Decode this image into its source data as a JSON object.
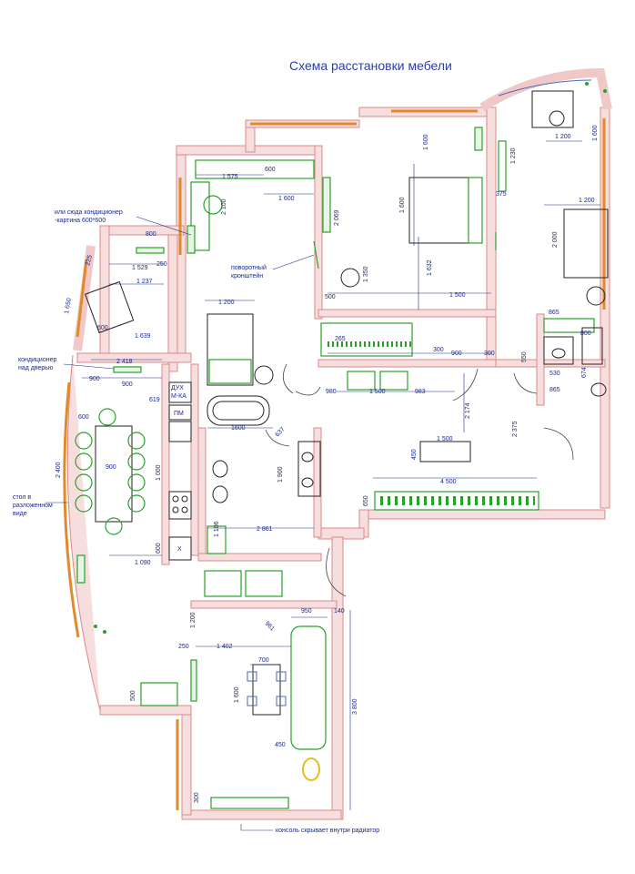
{
  "title": "Схема расстановки мебели",
  "notes": {
    "ac_or_here": "или сюда кондиционер",
    "painting": "-картина 600*600",
    "swivel_1": "поворотный",
    "swivel_2": "кронштейн",
    "ac_over_door_1": "кондиционер",
    "ac_over_door_2": "над дверью",
    "table_1": "стол в",
    "table_2": "разложенном",
    "table_3": "виде",
    "console": "консоль скрывает внутри радиатор",
    "oven": "ДУХ",
    "microwave": "М-КА",
    "dishwasher": "ПМ",
    "fridge": "Х"
  },
  "dims": {
    "d1575": "1 575",
    "d600a": "600",
    "d1600a": "1 600",
    "d2100": "2 100",
    "d800": "800",
    "d1529": "1 529",
    "d250a": "250",
    "d225": "225",
    "d1237": "1 237",
    "d1650": "1 650",
    "d600b": "600",
    "d1639": "1 639",
    "d2418": "2 418",
    "d900a": "900",
    "d900b": "900",
    "d619": "619",
    "d600c": "600",
    "d900c": "900",
    "d2400": "2 400",
    "d1090": "1 090",
    "d600d": "600",
    "d1200a": "1 200",
    "d1600b": "1600",
    "d637": "637",
    "d1000": "1 000",
    "d1900": "1 900",
    "d2861": "2 861",
    "d1106": "1 106",
    "d2069": "2 069",
    "d500a": "500",
    "d1350": "1 350",
    "d1632": "1 632",
    "d1500a": "1 500",
    "d1600c": "1 600",
    "d1600d": "1 600",
    "d1230": "1 230",
    "d375": "375",
    "d1200b": "1 200",
    "d1200c": "1 200",
    "d1600e": "1 600",
    "d2000": "2 000",
    "d865a": "865",
    "d800b": "800",
    "d265": "265",
    "d300a": "300",
    "d900d": "900",
    "d300b": "300",
    "d550": "550",
    "d530": "530",
    "d865b": "865",
    "d674": "674",
    "d980": "980",
    "d1500b": "1 500",
    "d983": "983",
    "d2174": "2 174",
    "d1500c": "1 500",
    "d450a": "450",
    "d2375": "2 375",
    "d4500": "4 500",
    "d650": "650",
    "d950": "950",
    "d140": "140",
    "d1200d": "1 200",
    "d250b": "250",
    "d1402": "1 402",
    "d700": "700",
    "d1600f": "1 600",
    "d3800": "3 800",
    "d450b": "450",
    "d300c": "300",
    "d500b": "500",
    "d961": "961"
  },
  "colors": {
    "wall": "#f7dede",
    "furniture": "#2aa02a",
    "window": "#e08a2a",
    "dimension": "#1a2a8a",
    "title": "#2b3ea8"
  }
}
